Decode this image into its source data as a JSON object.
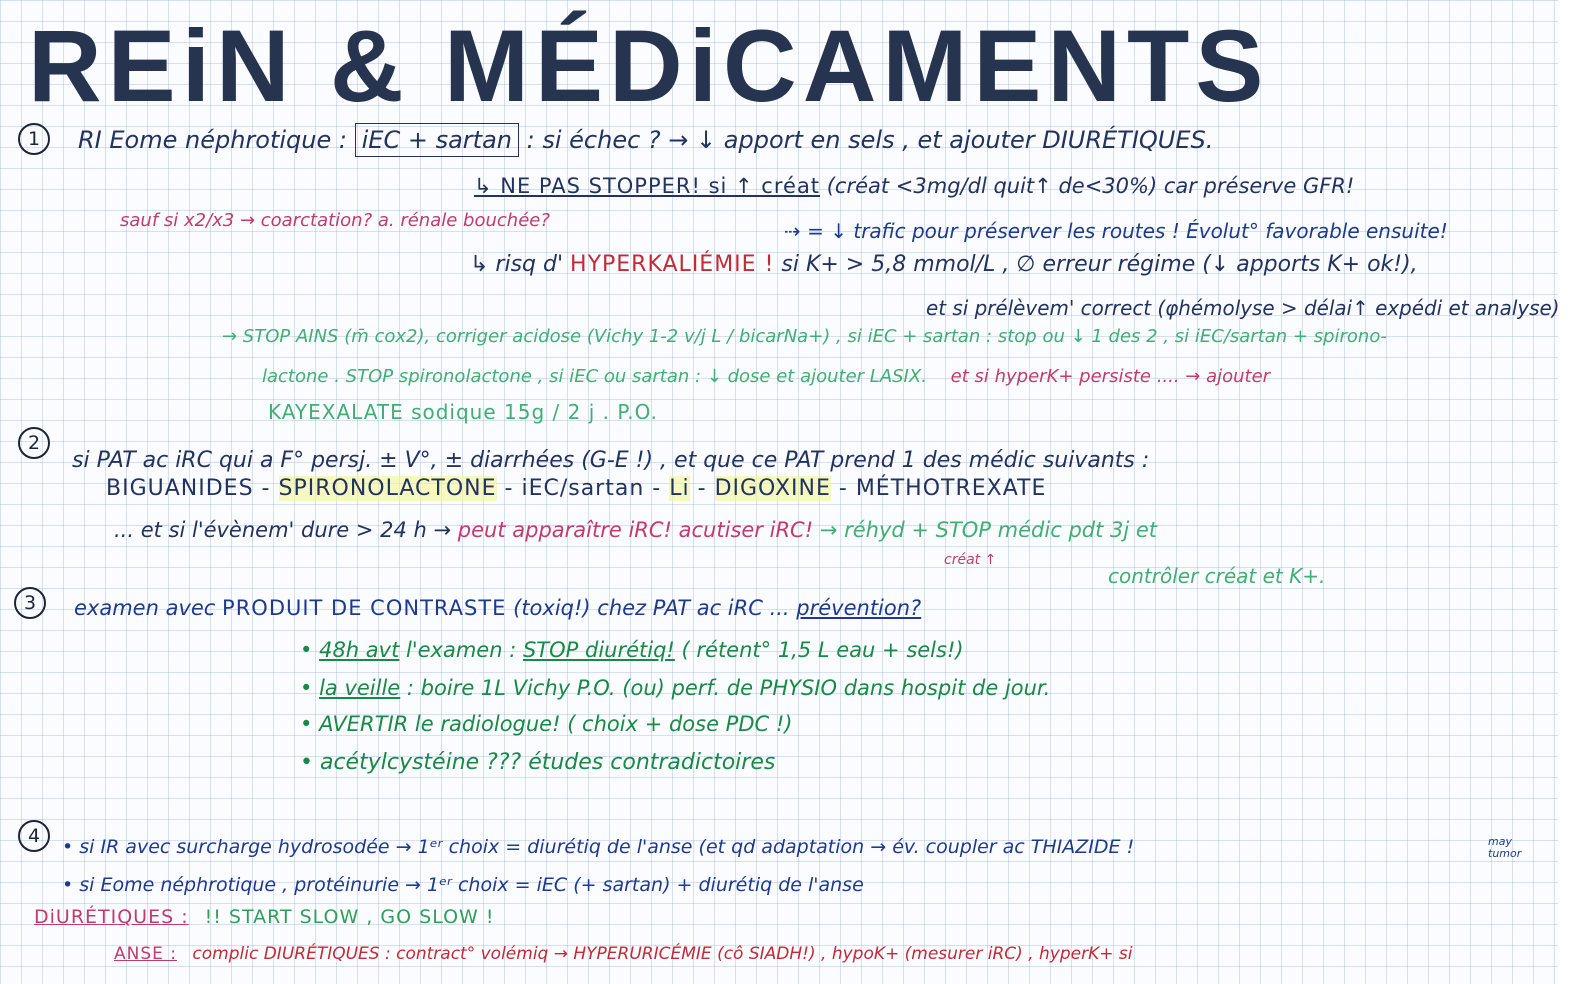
{
  "title": "REiN & MÉDiCAMENTS",
  "section_numbers": [
    "1",
    "2",
    "3",
    "4"
  ],
  "s1": {
    "l1_a": "RI Eome néphrotique :",
    "l1_box": "iEC + sartan",
    "l1_b": ": si échec ? → ↓ apport en sels , et ajouter DIURÉTIQUES.",
    "l2_a": "↳ NE PAS STOPPER! si ↑ créat",
    "l2_b": "(créat <3mg/dl quit↑ de<30%) car préserve GFR!",
    "l3_pink": "sauf si x2/x3 → coarctation? a. rénale bouchée?",
    "l3_blue": "⇢ = ↓ trafic pour préserver les routes ! Évolut° favorable ensuite!",
    "l4_a": "↳ risq d'",
    "l4_red": "HYPERKALIÉMIE !",
    "l4_b": "si K+ > 5,8 mmol/L , ∅ erreur régime (↓ apports K+ ok!),",
    "l5": "et si prélèvem' correct (φhémolyse > délai↑ expédi et analyse)",
    "l6": "→ STOP AINS (m̄ cox2), corriger acidose (Vichy 1-2 v/j L / bicarNa+) , si iEC + sartan : stop ou ↓ 1 des 2 , si iEC/sartan + spirono-",
    "l7_green": "lactone . STOP spironolactone , si iEC ou sartan : ↓ dose et ajouter LASIX.",
    "l7_pink": "et si hyperK+ persiste .... → ajouter",
    "l8": "KAYEXALATE sodique 15g / 2 j . P.O."
  },
  "s2": {
    "l1": "si PAT ac iRC qui a F° persj. ± V°, ± diarrhées (G-E !) , et que ce PAT prend 1 des médic suivants :",
    "meds": [
      "BIGUANIDES",
      "SPIRONOLACTONE",
      "iEC/sartan",
      "Li",
      "DIGOXINE",
      "MÉTHOTREXATE"
    ],
    "sep": "-",
    "l3_navy": "... et si l'évènem' dure > 24 h →",
    "l3_pink": "peut apparaître iRC! acutiser iRC!",
    "l3_sub": "créat ↑",
    "l3_green": "→ réhyd + STOP médic pdt 3j et",
    "l4_green": "contrôler créat et K+."
  },
  "s3": {
    "l1_a": "examen avec",
    "l1_b": "PRODUIT DE CONTRASTE",
    "l1_c": "(toxiq!) chez PAT ac iRC ...",
    "l1_d": "prévention?",
    "bullets": [
      {
        "u": "48h avt",
        "r": "l'examen :",
        "u2": "STOP diurétiq!",
        "r2": "( rétent° 1,5 L eau + sels!)"
      },
      {
        "u": "la veille",
        "r": ": boire 1L Vichy P.O. (ou) perf. de PHYSIO dans hospit de jour."
      },
      {
        "u": "",
        "r": "AVERTIR le radiologue! ( choix + dose PDC !)"
      },
      {
        "u": "",
        "r": "acétylcystéine ??? études contradictoires"
      }
    ],
    "bullet_mark": "•"
  },
  "s4": {
    "l1_a": "• si IR avec surcharge hydrosodée →",
    "l1_b": "1ᵉʳ choix = diurétiq de l'anse",
    "l1_c": "(et qd adaptation → év. coupler ac THIAZIDE !",
    "l1_note": "may tumor",
    "l2": "• si Eome néphrotique , protéinurie → 1ᵉʳ choix = iEC (+ sartan) + diurétiq de l'anse",
    "l3_pink": "DiURÉTIQUES :",
    "l3_green": "!! START SLOW , GO SLOW !",
    "l4_pink": "ANSE :",
    "l4_red": "complic DIURÉTIQUES : contract° volémiq → HYPERURICÉMIE (cô SIADH!) , hypoK+ (mesurer iRC) , hyperK+ si"
  },
  "colors": {
    "paper": "#fbfcff",
    "grid": "#8fa6d6",
    "navy": "#23325e",
    "blue": "#1e3a8c",
    "red": "#c22a37",
    "pink": "#c23a6e",
    "green": "#2f9f59",
    "dark_green": "#178a45"
  }
}
